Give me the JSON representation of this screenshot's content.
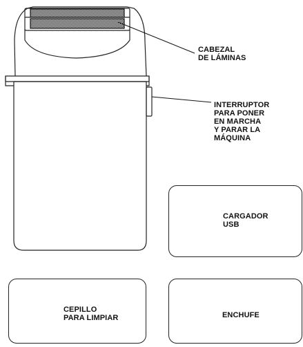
{
  "labels": {
    "foil_head": [
      "CABEZAL",
      "DE LÁMINAS"
    ],
    "power_switch": [
      "INTERRUPTOR",
      "PARA PONER",
      "EN MARCHA",
      "Y PARAR LA",
      "MÁQUINA"
    ],
    "usb_charger": [
      "CARGADOR",
      "USB"
    ],
    "cleaning_brush": [
      "CEPILLO",
      "PARA LIMPIAR"
    ],
    "plug": [
      "ENCHUFE"
    ]
  },
  "icons": {
    "shaver": "shaver-icon",
    "usb_charger": "usb-cable-icon",
    "cleaning_brush": "cleaning-brush-icon",
    "plug": "wall-plug-icon"
  },
  "colors": {
    "line": "#222222",
    "text": "#111111",
    "background": "#ffffff"
  }
}
